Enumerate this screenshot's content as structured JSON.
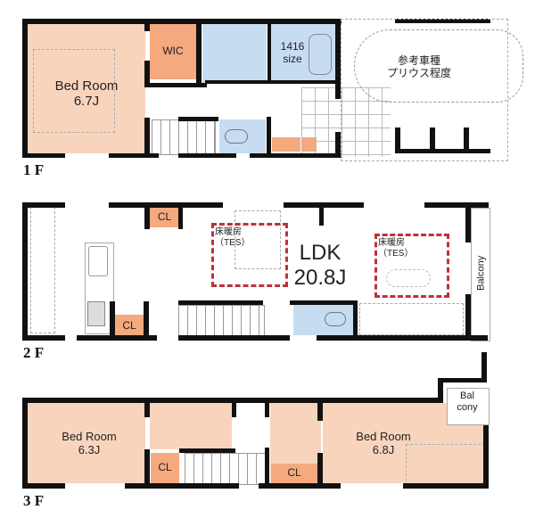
{
  "floors": [
    {
      "label": "1 F",
      "rooms": [
        {
          "name": "Bed Room",
          "size": "6.7J"
        },
        {
          "name": "WIC"
        },
        {
          "name": "1416",
          "size": "size"
        },
        {
          "name": "参考車種",
          "size": "プリウス程度"
        }
      ]
    },
    {
      "label": "2 F",
      "rooms": [
        {
          "name": "LDK",
          "size": "20.8J"
        },
        {
          "name": "CL"
        },
        {
          "name": "CL"
        },
        {
          "name": "Balcony"
        }
      ],
      "heating": [
        {
          "title": "床暖房",
          "sub": "（TES）"
        },
        {
          "title": "床暖房",
          "sub": "（TES）"
        }
      ]
    },
    {
      "label": "3 F",
      "rooms": [
        {
          "name": "Bed Room",
          "size": "6.3J"
        },
        {
          "name": "Bed Room",
          "size": "6.8J"
        },
        {
          "name": "CL"
        },
        {
          "name": "CL"
        },
        {
          "name": "Bal",
          "size": "cony"
        }
      ]
    }
  ],
  "colors": {
    "bedroom": "#f9d4bd",
    "closet": "#f4a97e",
    "wet_area": "#c6dcf1",
    "wall": "#111111",
    "floor_heating": "#c0303a"
  }
}
